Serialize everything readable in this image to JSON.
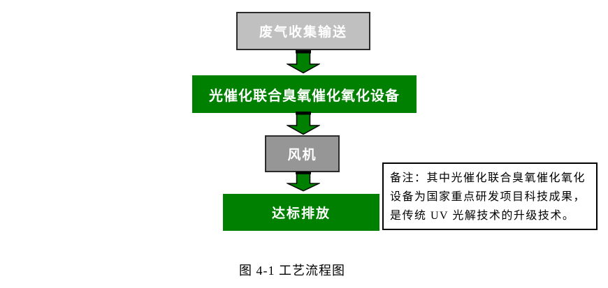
{
  "diagram": {
    "caption": "图 4-1 工艺流程图",
    "nodes": [
      {
        "id": "waste-gas-collection",
        "label": "废气收集输送",
        "fill": "#c0c0c0",
        "border": "#2b2b2b",
        "text_color": "#ffffff"
      },
      {
        "id": "photocatalytic-ozone-equipment",
        "label": "光催化联合臭氧催化氧化设备",
        "fill": "#008000",
        "border": "none",
        "text_color": "#ffffff"
      },
      {
        "id": "fan",
        "label": "风机",
        "fill": "#969696",
        "border": "#2b2b2b",
        "text_color": "#ffffff"
      },
      {
        "id": "standard-discharge",
        "label": "达标排放",
        "fill": "#008000",
        "border": "none",
        "text_color": "#ffffff"
      }
    ],
    "connectors": [
      {
        "icon": "down-block-arrow-icon",
        "fill": "#008000",
        "outline": "#000000"
      },
      {
        "icon": "down-block-arrow-icon",
        "fill": "#008000",
        "outline": "#000000"
      },
      {
        "icon": "down-block-arrow-icon",
        "fill": "#008000",
        "outline": "#000000"
      }
    ],
    "note": {
      "lines": [
        "备注：其中光催化联合臭氧催化氧化",
        "设备为国家重点研发项目科技成果，",
        "是传统 UV 光解技术的升级技术。"
      ]
    }
  }
}
